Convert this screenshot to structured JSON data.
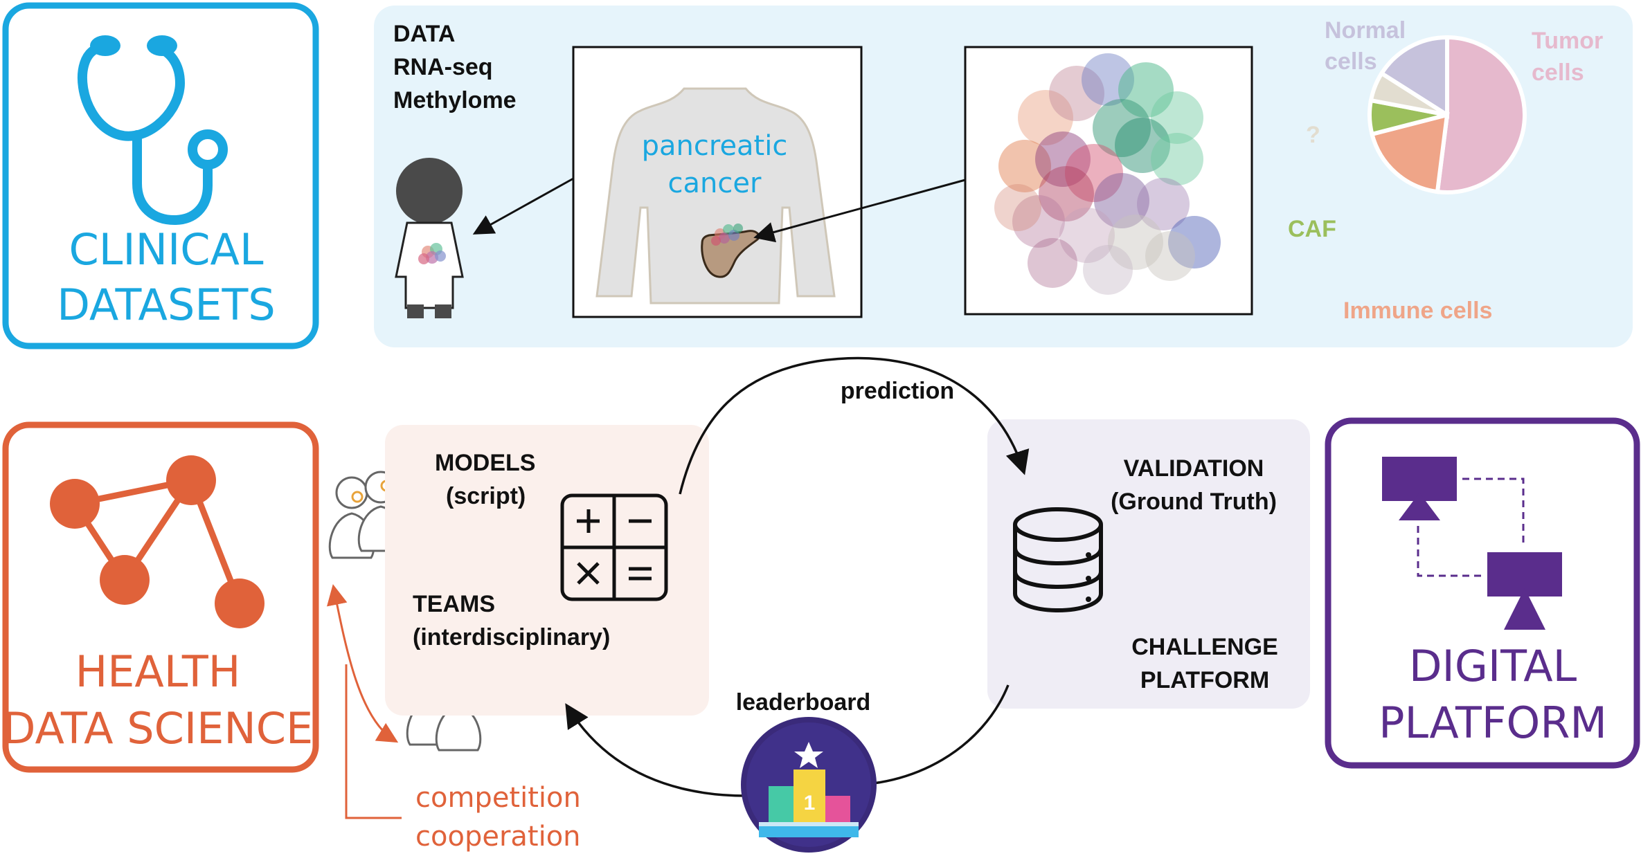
{
  "clinical": {
    "line1": "CLINICAL",
    "line2": "DATASETS",
    "color": "#1aa7e0"
  },
  "data_panel": {
    "data_lines": [
      "DATA",
      "RNA-seq",
      "Methylome"
    ],
    "cancer_label_1": "pancreatic",
    "cancer_label_2": "cancer",
    "pie_labels": {
      "normal_1": "Normal",
      "normal_2": "cells",
      "tumor_1": "Tumor",
      "tumor_2": "cells",
      "unknown": "?",
      "caf": "CAF",
      "immune": "Immune cells"
    },
    "colors": {
      "panel_bg": "#e6f4fb",
      "tumor": "#e6b9cd",
      "normal": "#c6c2dc",
      "unknown": "#e2ddd0",
      "caf": "#9bbf5c",
      "immune": "#efa588"
    }
  },
  "health": {
    "line1": "HEALTH",
    "line2": "DATA SCIENCE",
    "color": "#e0623a"
  },
  "models": {
    "line1": "MODELS",
    "line2": "(script)"
  },
  "teams": {
    "line1": "TEAMS",
    "line2": "(interdisciplinary)"
  },
  "prediction_label": "prediction",
  "validation": {
    "line1": "VALIDATION",
    "line2": "(Ground Truth)"
  },
  "challenge": {
    "line1": "CHALLENGE",
    "line2": "PLATFORM"
  },
  "leaderboard_label": "leaderboard",
  "podium_rank": "1",
  "competition": {
    "line1": "competition",
    "line2": "cooperation"
  },
  "digital": {
    "line1": "DIGITAL",
    "line2": "PLATFORM",
    "color": "#5a2d8c"
  },
  "chart_data": {
    "type": "pie",
    "categories": [
      "Tumor cells",
      "Immune cells",
      "CAF",
      "?",
      "Normal cells"
    ],
    "values": [
      52,
      19,
      7,
      6,
      16
    ]
  }
}
